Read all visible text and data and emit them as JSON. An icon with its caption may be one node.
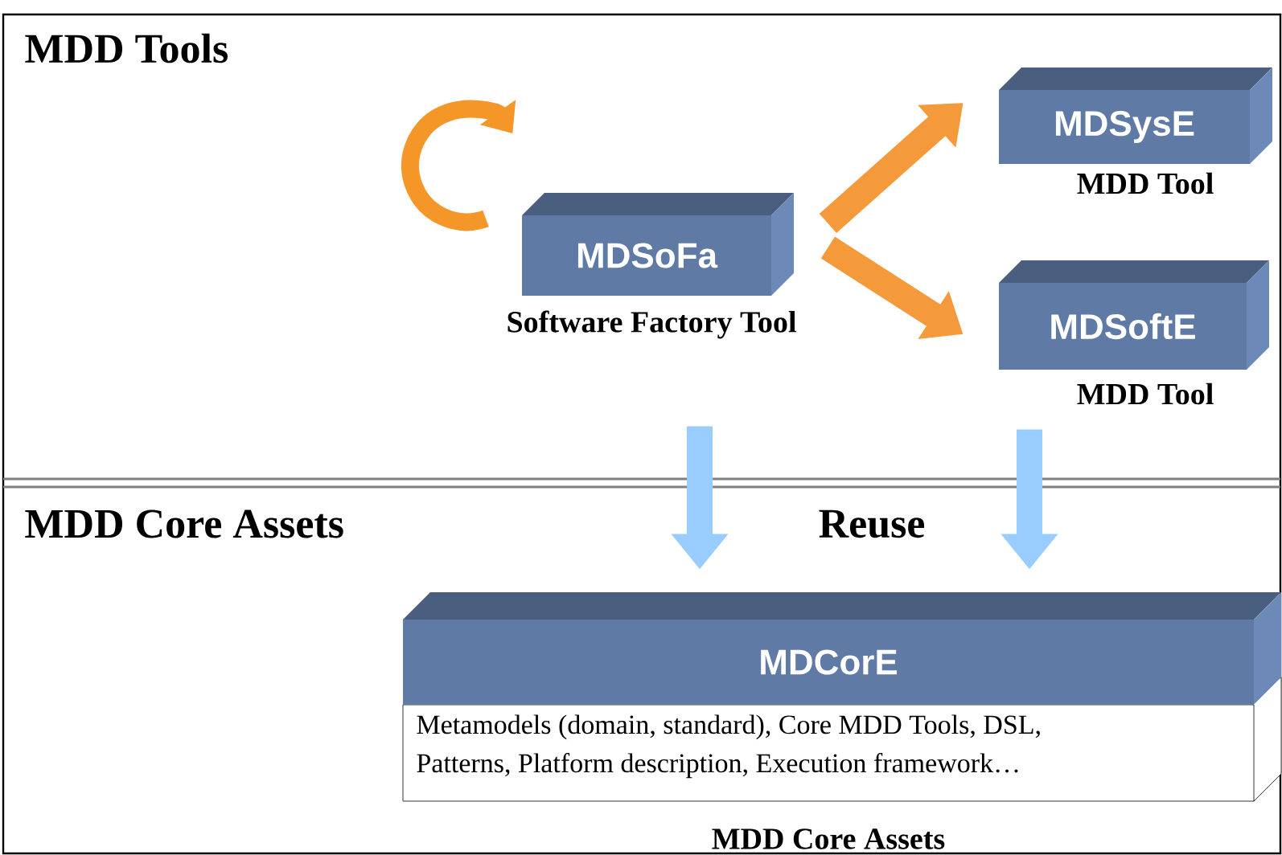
{
  "diagram": {
    "nodes": [
      {
        "text": [
          "MDSoFa"
        ],
        "beside": [
          "Software Factory Tool"
        ]
      },
      {
        "text": [
          "MDSysE"
        ],
        "beside": [
          "MDD Tool"
        ]
      },
      {
        "text": [
          "MDSoftE"
        ],
        "beside": [
          "MDD Tool"
        ]
      },
      {
        "text": [
          "MDCorE",
          "Metamodels (domain, standard), Core MDD Tools, DSL, Patterns, Platform description, Execution framework…"
        ],
        "beside": [
          "MDD Core Assets"
        ]
      }
    ],
    "edges": [
      {
        "from": 0,
        "to": 1,
        "arrow": "to",
        "color": "#f59a3a"
      },
      {
        "from": 0,
        "to": 2,
        "arrow": "to",
        "color": "#f59a3a"
      },
      {
        "from": 0,
        "to": 3,
        "arrow": "to",
        "color": "#99ccff"
      },
      {
        "from": 2,
        "to": 3,
        "arrow": "to",
        "color": "#99ccff"
      }
    ],
    "labels": [
      "MDD Tools",
      "MDD Core Assets",
      "Reuse"
    ]
  }
}
